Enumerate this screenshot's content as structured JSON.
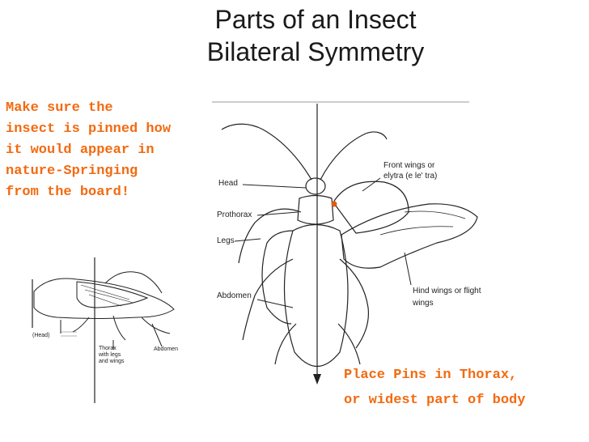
{
  "title": {
    "line1": "Parts of an Insect",
    "line2": "Bilateral Symmetry"
  },
  "note_left": "Make sure the\ninsect is pinned how\nit would appear in\nnature-Springing\nfrom the board!",
  "note_right": "Place Pins in Thorax,\nor widest part of body",
  "beetle_labels": {
    "head": "Head",
    "prothorax": "Prothorax",
    "legs": "Legs",
    "abdomen": "Abdomen",
    "front_wings_1": "Front wings or",
    "front_wings_2": "elytra (e le' tra)",
    "hind_wings_1": "Hind wings or flight",
    "hind_wings_2": "wings"
  },
  "grasshopper_labels": {
    "head": "(Head)",
    "thorax_1": "Thorax",
    "thorax_2": "with legs",
    "thorax_3": "and wings",
    "abdomen": "Abdomen"
  },
  "colors": {
    "title": "#1a1a1a",
    "note": "#f26a10",
    "pin": "#e05a10",
    "line": "#222222"
  }
}
